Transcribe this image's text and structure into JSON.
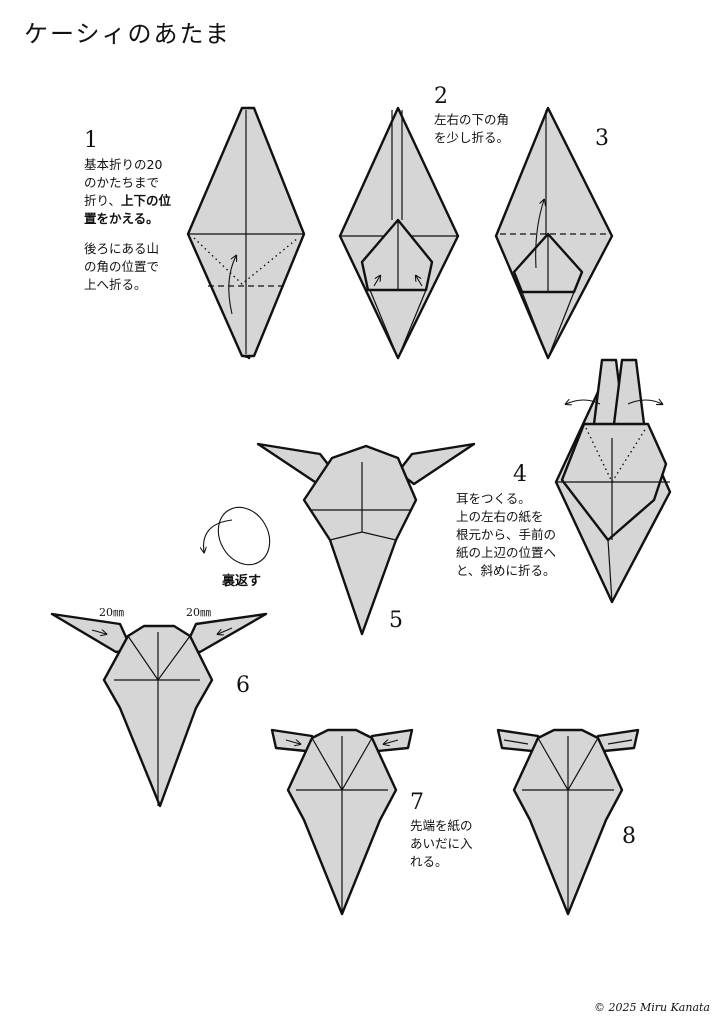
{
  "title": "ケーシィのあたま",
  "steps": [
    {
      "num": "1",
      "text_lines": [
        "基本折りの20",
        "のかたちまで"
      ],
      "bold_prefix": "折り、",
      "bold_text": "上下の位",
      "bold_line2": "置をかえる。",
      "text_lines2": [
        "後ろにある山",
        "の角の位置で",
        "上へ折る。"
      ]
    },
    {
      "num": "2",
      "text_lines": [
        "左右の下の角",
        "を少し折る。"
      ]
    },
    {
      "num": "3"
    },
    {
      "num": "4",
      "text_lines": [
        "耳をつくる。",
        "上の左右の紙を",
        "根元から、手前の",
        "紙の上辺の位置へ",
        "と、斜めに折る。"
      ]
    },
    {
      "num": "5"
    },
    {
      "num": "6"
    },
    {
      "num": "7",
      "text_lines": [
        "先端を紙の",
        "あいだに入",
        "れる。"
      ]
    },
    {
      "num": "8"
    }
  ],
  "flip_label": "裏返す",
  "measure_left": "20㎜",
  "measure_right": "20㎜",
  "copyright": "© 2025 Miru Kanata"
}
